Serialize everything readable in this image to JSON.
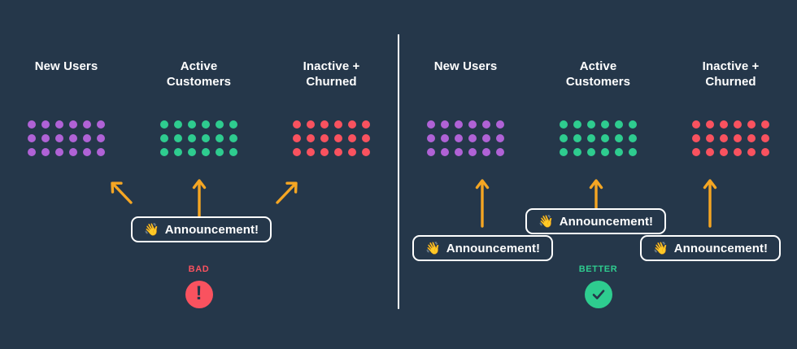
{
  "background_color": "#25374a",
  "divider": {
    "color": "#ffffff"
  },
  "palette": {
    "purple": "#b062d6",
    "green": "#2ecc8f",
    "red": "#f9525f",
    "arrow_orange": "#f5a623",
    "white": "#ffffff",
    "bad": "#f9525f",
    "better": "#2ecc8f"
  },
  "panels": [
    {
      "id": "bad",
      "columns": [
        {
          "id": "new-users",
          "heading": "New Users",
          "dot_color": "#b062d6",
          "dot_rows": 3,
          "dot_cols": 6,
          "dot_count": 18,
          "arrow": "up-left"
        },
        {
          "id": "active-customers",
          "heading": "Active\nCustomers",
          "dot_color": "#2ecc8f",
          "dot_rows": 3,
          "dot_cols": 6,
          "dot_count": 18,
          "arrow": "up"
        },
        {
          "id": "inactive-churned",
          "heading": "Inactive +\nChurned",
          "dot_color": "#f9525f",
          "dot_rows": 3,
          "dot_cols": 6,
          "dot_count": 18,
          "arrow": "up-right"
        }
      ],
      "announcements": [
        {
          "id": "announcement-single",
          "emoji": "👋",
          "label": "Announcement!"
        }
      ],
      "verdict": {
        "label": "BAD",
        "label_color": "#f9525f",
        "badge_color": "#f9525f",
        "badge_icon": "exclamation-icon",
        "badge_glyph": "!"
      }
    },
    {
      "id": "better",
      "columns": [
        {
          "id": "new-users",
          "heading": "New Users",
          "dot_color": "#b062d6",
          "dot_rows": 3,
          "dot_cols": 6,
          "dot_count": 18,
          "arrow": "up"
        },
        {
          "id": "active-customers",
          "heading": "Active\nCustomers",
          "dot_color": "#2ecc8f",
          "dot_rows": 3,
          "dot_cols": 6,
          "dot_count": 18,
          "arrow": "up"
        },
        {
          "id": "inactive-churned",
          "heading": "Inactive +\nChurned",
          "dot_color": "#f9525f",
          "dot_rows": 3,
          "dot_cols": 6,
          "dot_count": 18,
          "arrow": "up"
        }
      ],
      "announcements": [
        {
          "id": "announcement-new-users",
          "emoji": "👋",
          "label": "Announcement!"
        },
        {
          "id": "announcement-active-customers",
          "emoji": "👋",
          "label": "Announcement!"
        },
        {
          "id": "announcement-inactive-churned",
          "emoji": "👋",
          "label": "Announcement!"
        }
      ],
      "verdict": {
        "label": "BETTER",
        "label_color": "#2ecc8f",
        "badge_color": "#2ecc8f",
        "badge_icon": "check-icon",
        "badge_glyph": "✓"
      }
    }
  ]
}
